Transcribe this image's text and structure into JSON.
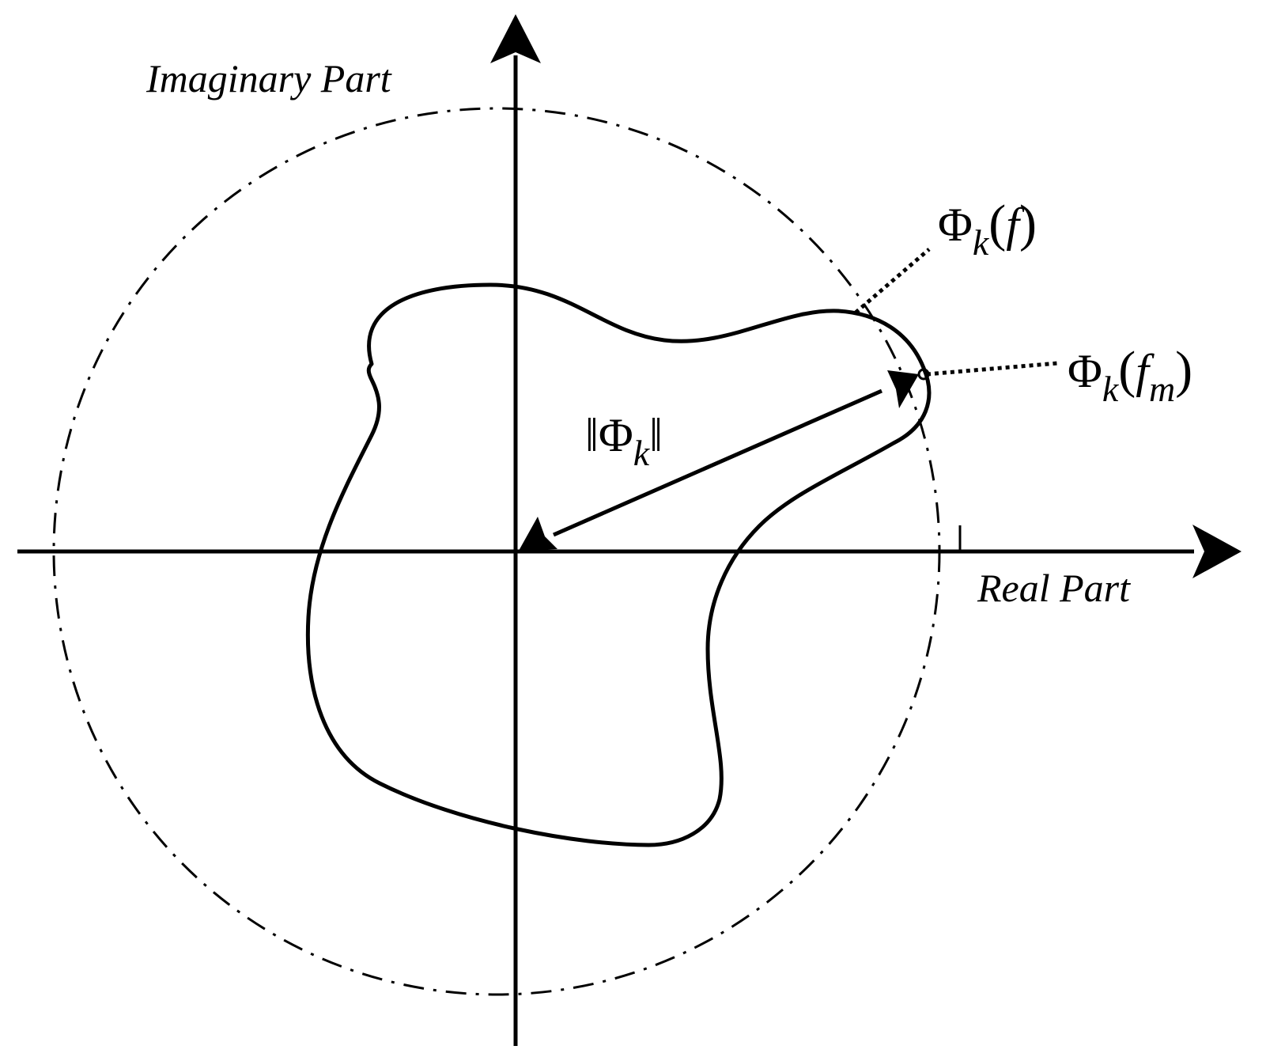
{
  "axes": {
    "x_label": "Real Part",
    "y_label": "Imaginary Part"
  },
  "annotations": {
    "phi_f": {
      "symbol": "Φ",
      "sub": "k",
      "arg": "f"
    },
    "phi_fm": {
      "symbol": "Φ",
      "sub": "k",
      "arg": "f",
      "arg_sub": "m"
    },
    "norm": {
      "bars": "‖",
      "symbol": "Φ",
      "sub": "k"
    }
  },
  "colors": {
    "ink": "#000000",
    "background": "#ffffff"
  }
}
